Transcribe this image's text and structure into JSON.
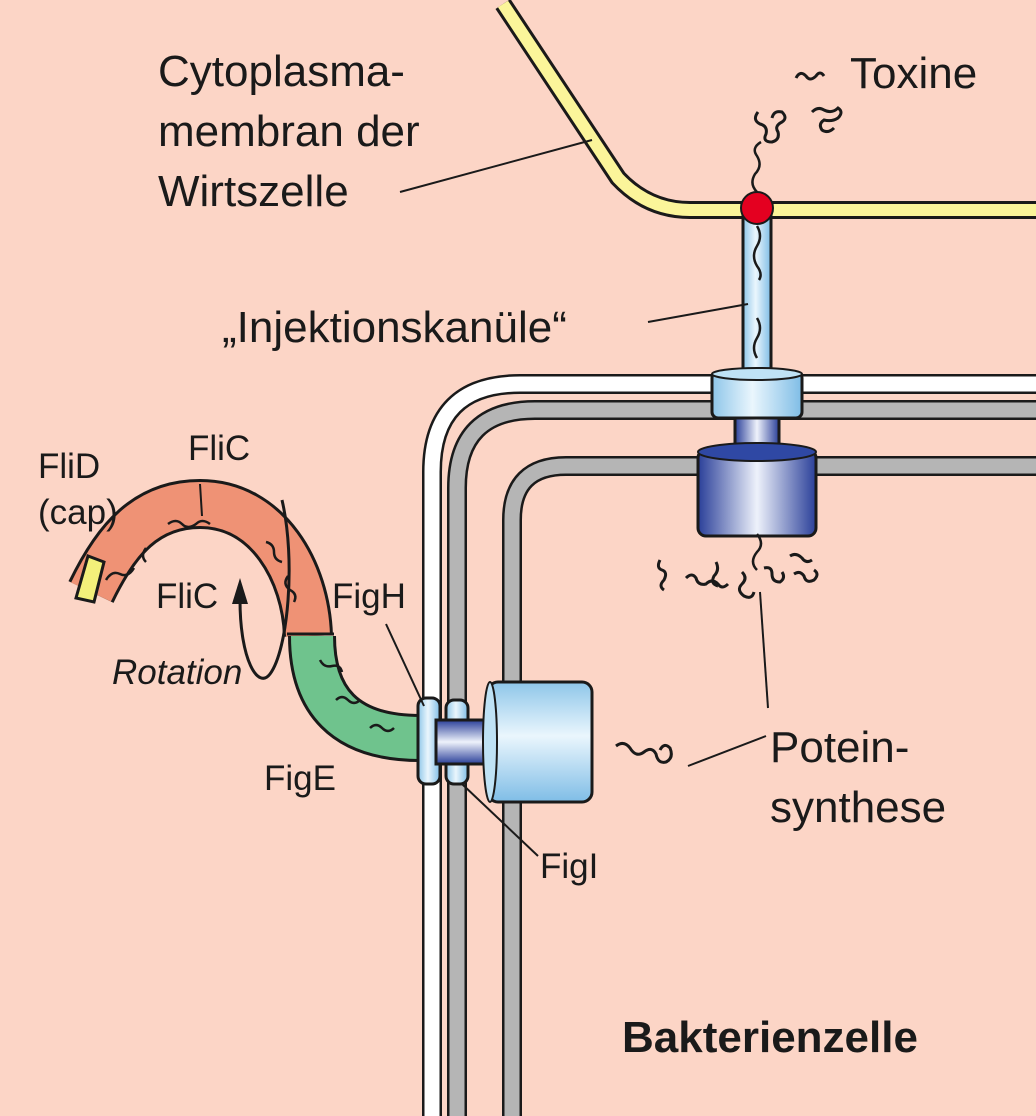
{
  "labels": {
    "host_membrane_line1": "Cytoplasma-",
    "host_membrane_line2": "membran der",
    "host_membrane_line3": "Wirtszelle",
    "toxins": "Toxine",
    "injection_needle": "„Injektionskanüle“",
    "flid_line1": "FliD",
    "flid_line2": "(cap)",
    "flic_top": "FliC",
    "flic_inner": "FliC",
    "figh": "FigH",
    "rotation": "Rotation",
    "fige": "FigE",
    "figi": "FigI",
    "protein_synthesis_line1": "Potein-",
    "protein_synthesis_line2": "synthese",
    "bacterial_cell": "Bakterienzelle"
  },
  "colors": {
    "background": "#fcd5c6",
    "host_membrane": "#fbf59a",
    "flagellin": "#ef9275",
    "hook": "#6fc38d",
    "cap": "#f3f07a",
    "pore": "#e40020",
    "light_blue": "#a8d6ef",
    "dark_blue": "#2f48a4",
    "membrane_gray": "#b5b5b5"
  }
}
